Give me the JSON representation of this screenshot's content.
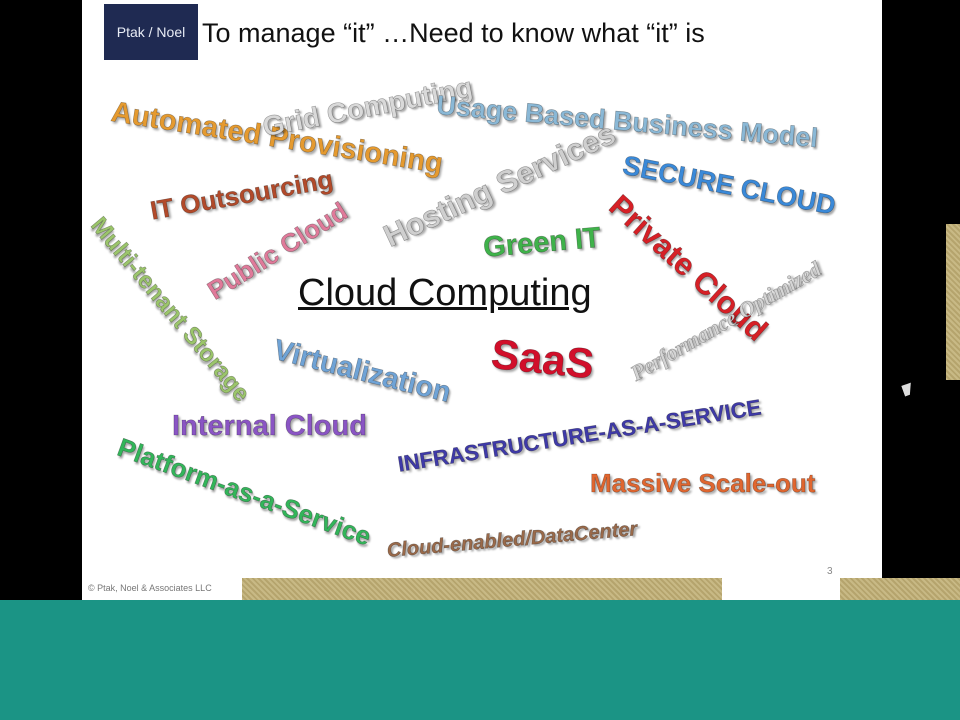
{
  "slide": {
    "logo": "Ptak / Noel",
    "title": "To manage “it” …Need to know what “it” is",
    "footer": "© Ptak, Noel & Associates LLC",
    "page_number": "3"
  },
  "cloud_words": {
    "center": "Cloud Computing",
    "grid": "Grid Computing",
    "usage": "Usage Based Business Model",
    "automated": "Automated Provisioning",
    "hosting": "Hosting Services",
    "secure": "SECURE CLOUD",
    "outsourcing": "IT Outsourcing",
    "public": "Public Cloud",
    "green": "Green IT",
    "private": "Private Cloud",
    "multitenant": "Multi-tenant Storage",
    "performance": "Performance Optimized",
    "saas": "SaaS",
    "virtualization": "Virtualization",
    "internal": "Internal Cloud",
    "infrastructure": "INFRASTRUCTURE-AS-A-SERVICE",
    "platform": "Platform-as-a-Service",
    "massive": "Massive Scale-out",
    "datacenter": "Cloud-enabled/DataCenter"
  }
}
